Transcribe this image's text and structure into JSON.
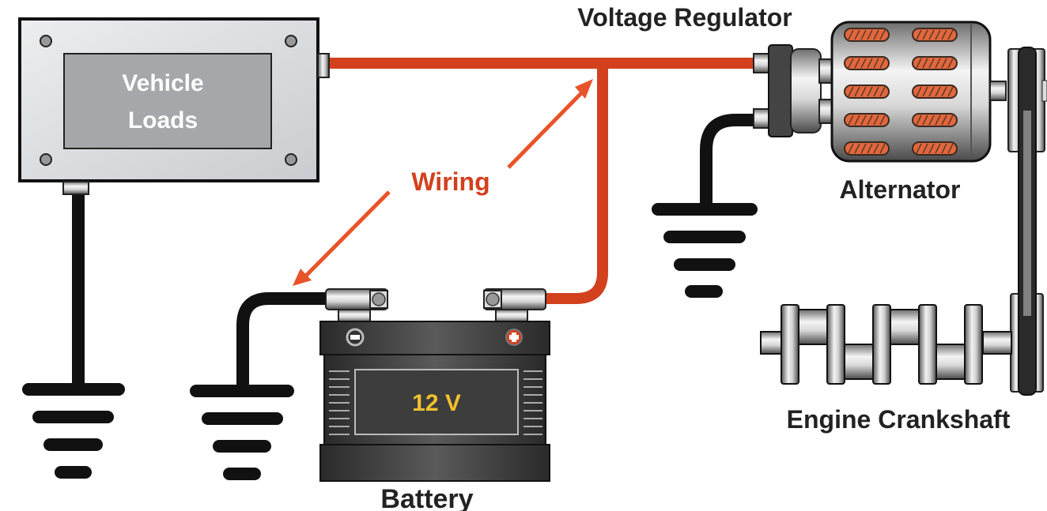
{
  "diagram": {
    "title_regulator": "Voltage Regulator",
    "loads_line1": "Vehicle",
    "loads_line2": "Loads",
    "wiring": "Wiring",
    "alternator": "Alternator",
    "battery_voltage": "12 V",
    "battery": "Battery",
    "crankshaft": "Engine Crankshaft",
    "colors": {
      "wire_red": "#d2401e",
      "wire_black": "#111111",
      "battery_text": "#f2c12e",
      "label_text": "#222222",
      "loads_text": "#ffffff"
    }
  }
}
